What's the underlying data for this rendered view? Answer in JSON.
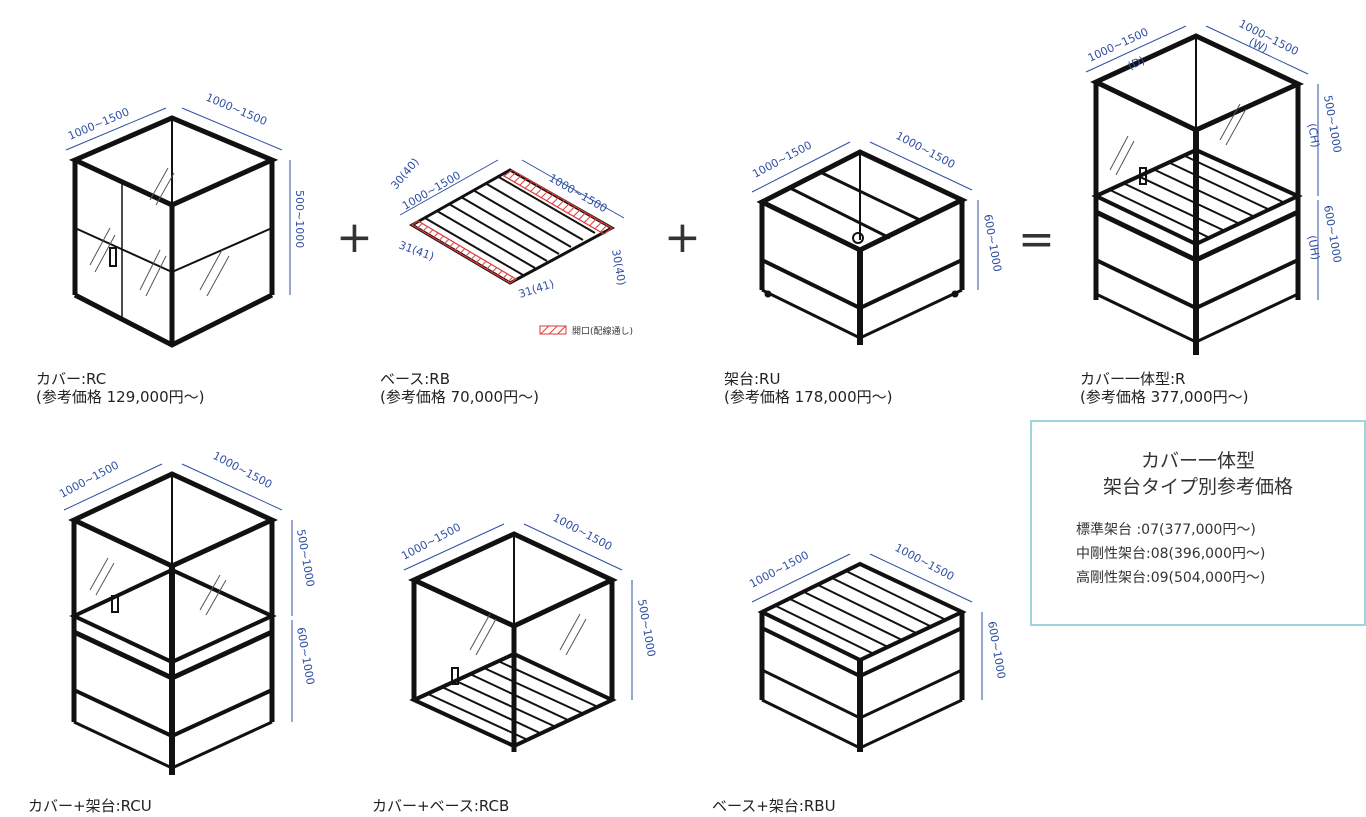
{
  "dims": {
    "d": "1000~1500",
    "w": "1000~1500",
    "cover_h": "500~1000",
    "stand_h": "600~1000",
    "d_label": "(D)",
    "w_label": "(W)",
    "ch_label": "(CH)",
    "uh_label": "(UH)",
    "frame_a": "30(40)",
    "frame_b": "31(41)"
  },
  "operators": {
    "plus": "+",
    "equals": "="
  },
  "legend": {
    "opening": "開口(配線通し)"
  },
  "top_row": [
    {
      "name": "カバー:RC",
      "price": "(参考価格 129,000円〜)"
    },
    {
      "name": "ベース:RB",
      "price": "(参考価格 70,000円〜)"
    },
    {
      "name": "架台:RU",
      "price": "(参考価格 178,000円〜)"
    },
    {
      "name": "カバー一体型:R",
      "price": "(参考価格 377,000円〜)"
    }
  ],
  "bottom_row": [
    {
      "name": "カバー+架台:RCU"
    },
    {
      "name": "カバー+ベース:RCB"
    },
    {
      "name": "ベース+架台:RBU"
    }
  ],
  "price_panel": {
    "title1": "カバー一体型",
    "title2": "架台タイプ別参考価格",
    "rows": [
      "標準架台 :07(377,000円〜)",
      "中剛性架台:08(396,000円〜)",
      "高剛性架台:09(504,000円〜)"
    ]
  },
  "colors": {
    "dimension": "#2f4fa3",
    "frame": "#111111",
    "opening": "#e03a3a",
    "panel_border": "#9fd3dd"
  }
}
